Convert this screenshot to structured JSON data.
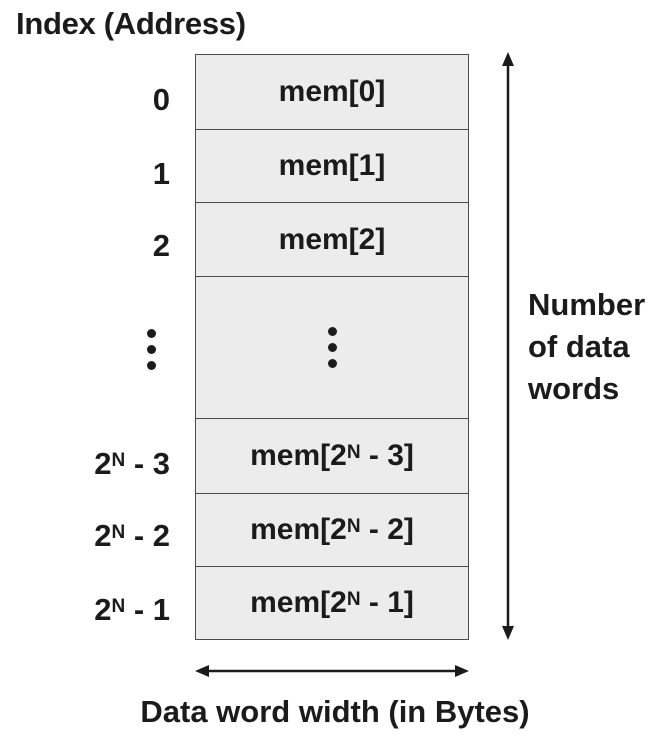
{
  "title": "Index (Address)",
  "indices": [
    {
      "base": "0",
      "sup": "",
      "rest": ""
    },
    {
      "base": "1",
      "sup": "",
      "rest": ""
    },
    {
      "base": "2",
      "sup": "",
      "rest": ""
    },
    {
      "base": "",
      "sup": "",
      "rest": "",
      "ellipsis": true
    },
    {
      "base": "2",
      "sup": "N",
      "rest": " - 3"
    },
    {
      "base": "2",
      "sup": "N",
      "rest": " - 2"
    },
    {
      "base": "2",
      "sup": "N",
      "rest": " - 1"
    }
  ],
  "cells": [
    {
      "pre": "mem[0]",
      "sup": "",
      "post": ""
    },
    {
      "pre": "mem[1]",
      "sup": "",
      "post": ""
    },
    {
      "pre": "mem[2]",
      "sup": "",
      "post": ""
    },
    {
      "pre": "",
      "sup": "",
      "post": "",
      "ellipsis": true
    },
    {
      "pre": "mem[2",
      "sup": "N",
      "post": " - 3]"
    },
    {
      "pre": "mem[2",
      "sup": "N",
      "post": " - 2]"
    },
    {
      "pre": "mem[2",
      "sup": "N",
      "post": " - 1]"
    }
  ],
  "side_label": [
    "Number",
    "of data",
    "words"
  ],
  "bottom_label": "Data word width (in Bytes)",
  "colors": {
    "cell_fill": "#ececec",
    "border": "#4a4a4a",
    "text": "#1b1b1b"
  }
}
